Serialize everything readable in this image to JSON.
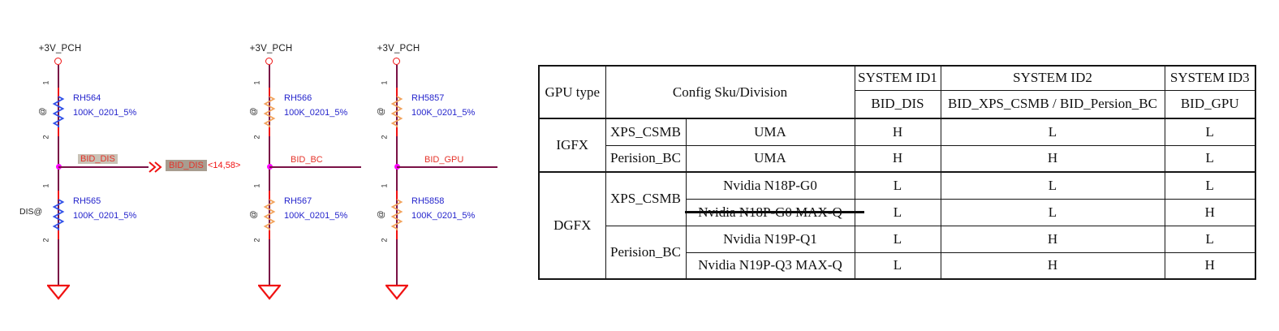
{
  "schematic": {
    "power_net": "+3V_PCH",
    "circuits": [
      {
        "power": "+3V_PCH",
        "r_top": {
          "ref": "RH564",
          "value": "100K_0201_5%",
          "pin1": "1",
          "pin2": "2",
          "at": "@"
        },
        "r_bot": {
          "ref": "RH565",
          "value": "100K_0201_5%",
          "pin1": "1",
          "pin2": "2",
          "at_label": "DIS@"
        },
        "net": "BID_DIS",
        "offpage": "BID_DIS"
      },
      {
        "power": "+3V_PCH",
        "r_top": {
          "ref": "RH566",
          "value": "100K_0201_5%",
          "pin1": "1",
          "pin2": "2",
          "at": "@"
        },
        "r_bot": {
          "ref": "RH567",
          "value": "100K_0201_5%",
          "pin1": "1",
          "pin2": "2",
          "at": "@"
        },
        "net": "BID_BC",
        "coord": "<14,58>"
      },
      {
        "power": "+3V_PCH",
        "r_top": {
          "ref": "RH5857",
          "value": "100K_0201_5%",
          "pin1": "1",
          "pin2": "2",
          "at": "@"
        },
        "r_bot": {
          "ref": "RH5858",
          "value": "100K_0201_5%",
          "pin1": "1",
          "pin2": "2",
          "at": "@"
        },
        "net": "BID_GPU"
      }
    ]
  },
  "table": {
    "header": {
      "col_gpu": "GPU type",
      "col_config": "Config Sku/Division",
      "col_id1": "SYSTEM ID1",
      "col_id2": "SYSTEM ID2",
      "col_id3": "SYSTEM ID3",
      "sub_id1": "BID_DIS",
      "sub_id2": "BID_XPS_CSMB / BID_Persion_BC",
      "sub_id3": "BID_GPU"
    },
    "rows": [
      {
        "gpu": "IGFX",
        "sku": "XPS_CSMB",
        "division": "UMA",
        "id1": "H",
        "id2": "L",
        "id3": "L"
      },
      {
        "sku": "Perision_BC",
        "division": "UMA",
        "id1": "H",
        "id2": "H",
        "id3": "L"
      },
      {
        "gpu": "DGFX",
        "sku": "XPS_CSMB",
        "division": "Nvidia N18P-G0",
        "id1": "L",
        "id2": "L",
        "id3": "L"
      },
      {
        "division": "Nvidia N18P-G0 MAX-Q",
        "struck": true,
        "id1": "L",
        "id2": "L",
        "id3": "H"
      },
      {
        "sku": "Perision_BC",
        "division": "Nvidia N19P-Q1",
        "id1": "L",
        "id2": "H",
        "id3": "L"
      },
      {
        "division": "Nvidia N19P-Q3 MAX-Q",
        "id1": "L",
        "id2": "H",
        "id3": "H"
      }
    ]
  },
  "colors": {
    "wire_maroon": "#7a1145",
    "symbol_red": "#f01212",
    "net_label_red": "#e5332a",
    "ref_blue": "#2424cc",
    "resistor_blue": "#3050e8",
    "resistor_orange": "#f2a35c",
    "junction_magenta": "#ff00ff",
    "highlight_light": "#c9c2b6",
    "highlight_dark": "#a89d90"
  }
}
